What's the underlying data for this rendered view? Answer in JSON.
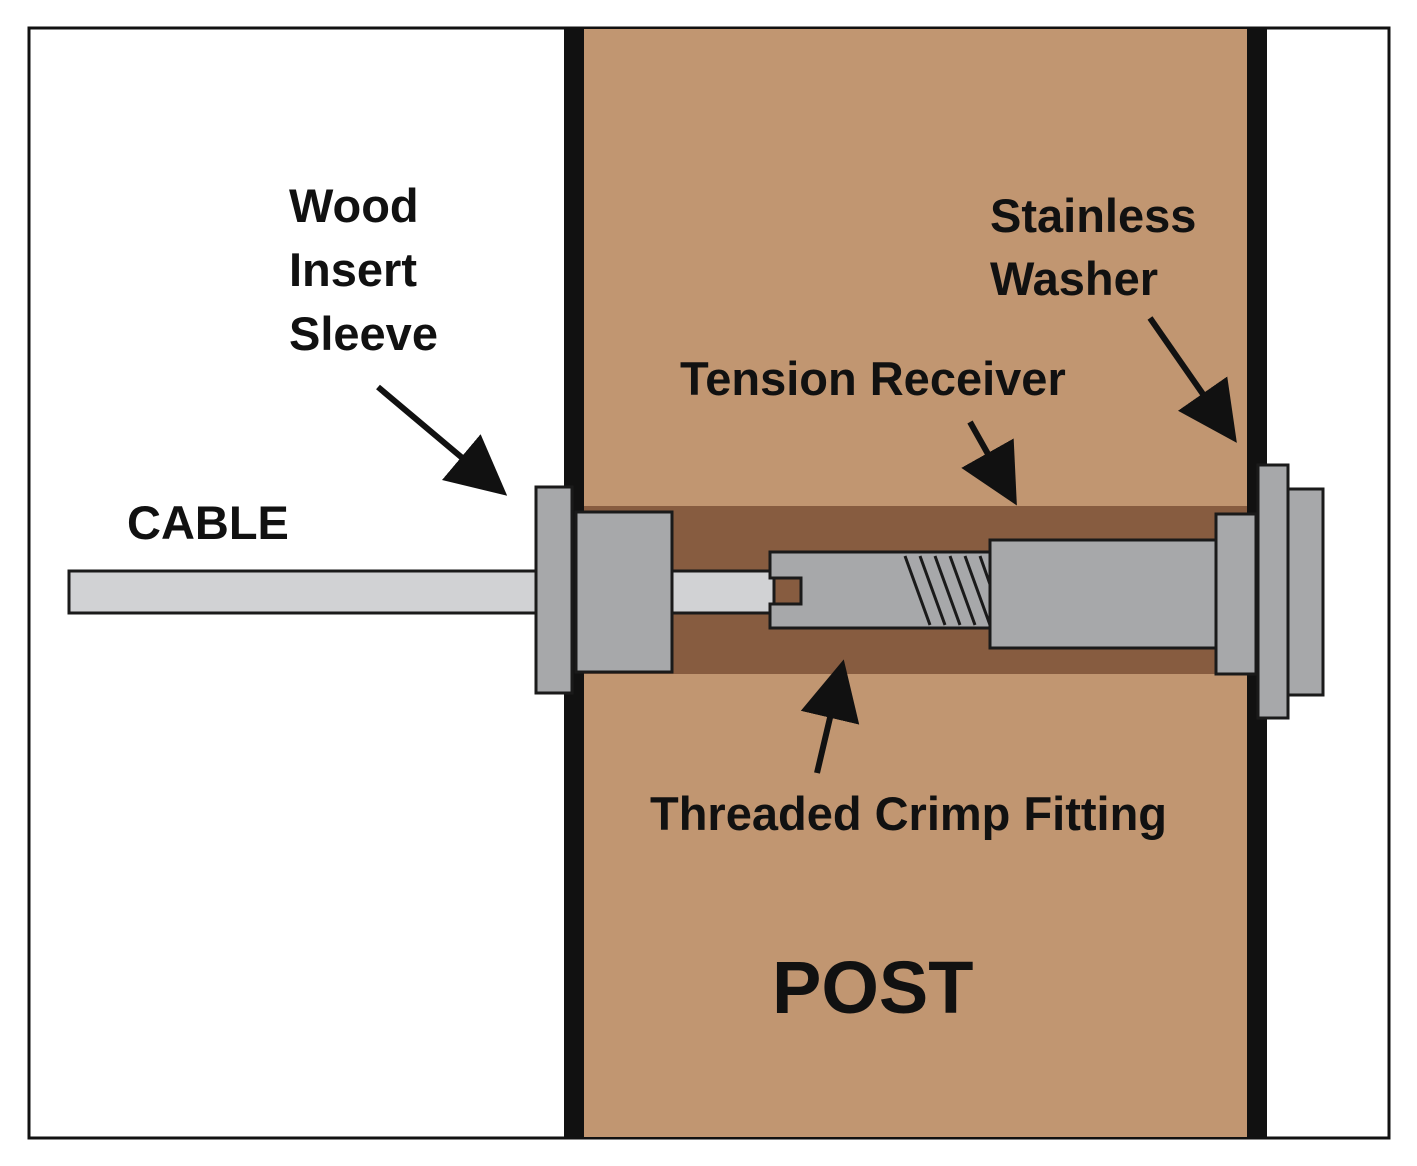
{
  "labels": {
    "wood_insert_sleeve": [
      "Wood",
      "Insert",
      "Sleeve"
    ],
    "stainless_washer": [
      "Stainless",
      "Washer"
    ],
    "tension_receiver": "Tension Receiver",
    "cable": "CABLE",
    "threaded_crimp_fitting": "Threaded Crimp Fitting",
    "post": "POST"
  },
  "colors": {
    "post_wood": "#c19671",
    "bore_hole": "#875c40",
    "fitting_gray": "#a7a8aa",
    "cable_gray": "#d1d2d4",
    "outline": "#1a1a1a",
    "post_edge": "#111111",
    "background": "#ffffff",
    "text": "#111111"
  }
}
